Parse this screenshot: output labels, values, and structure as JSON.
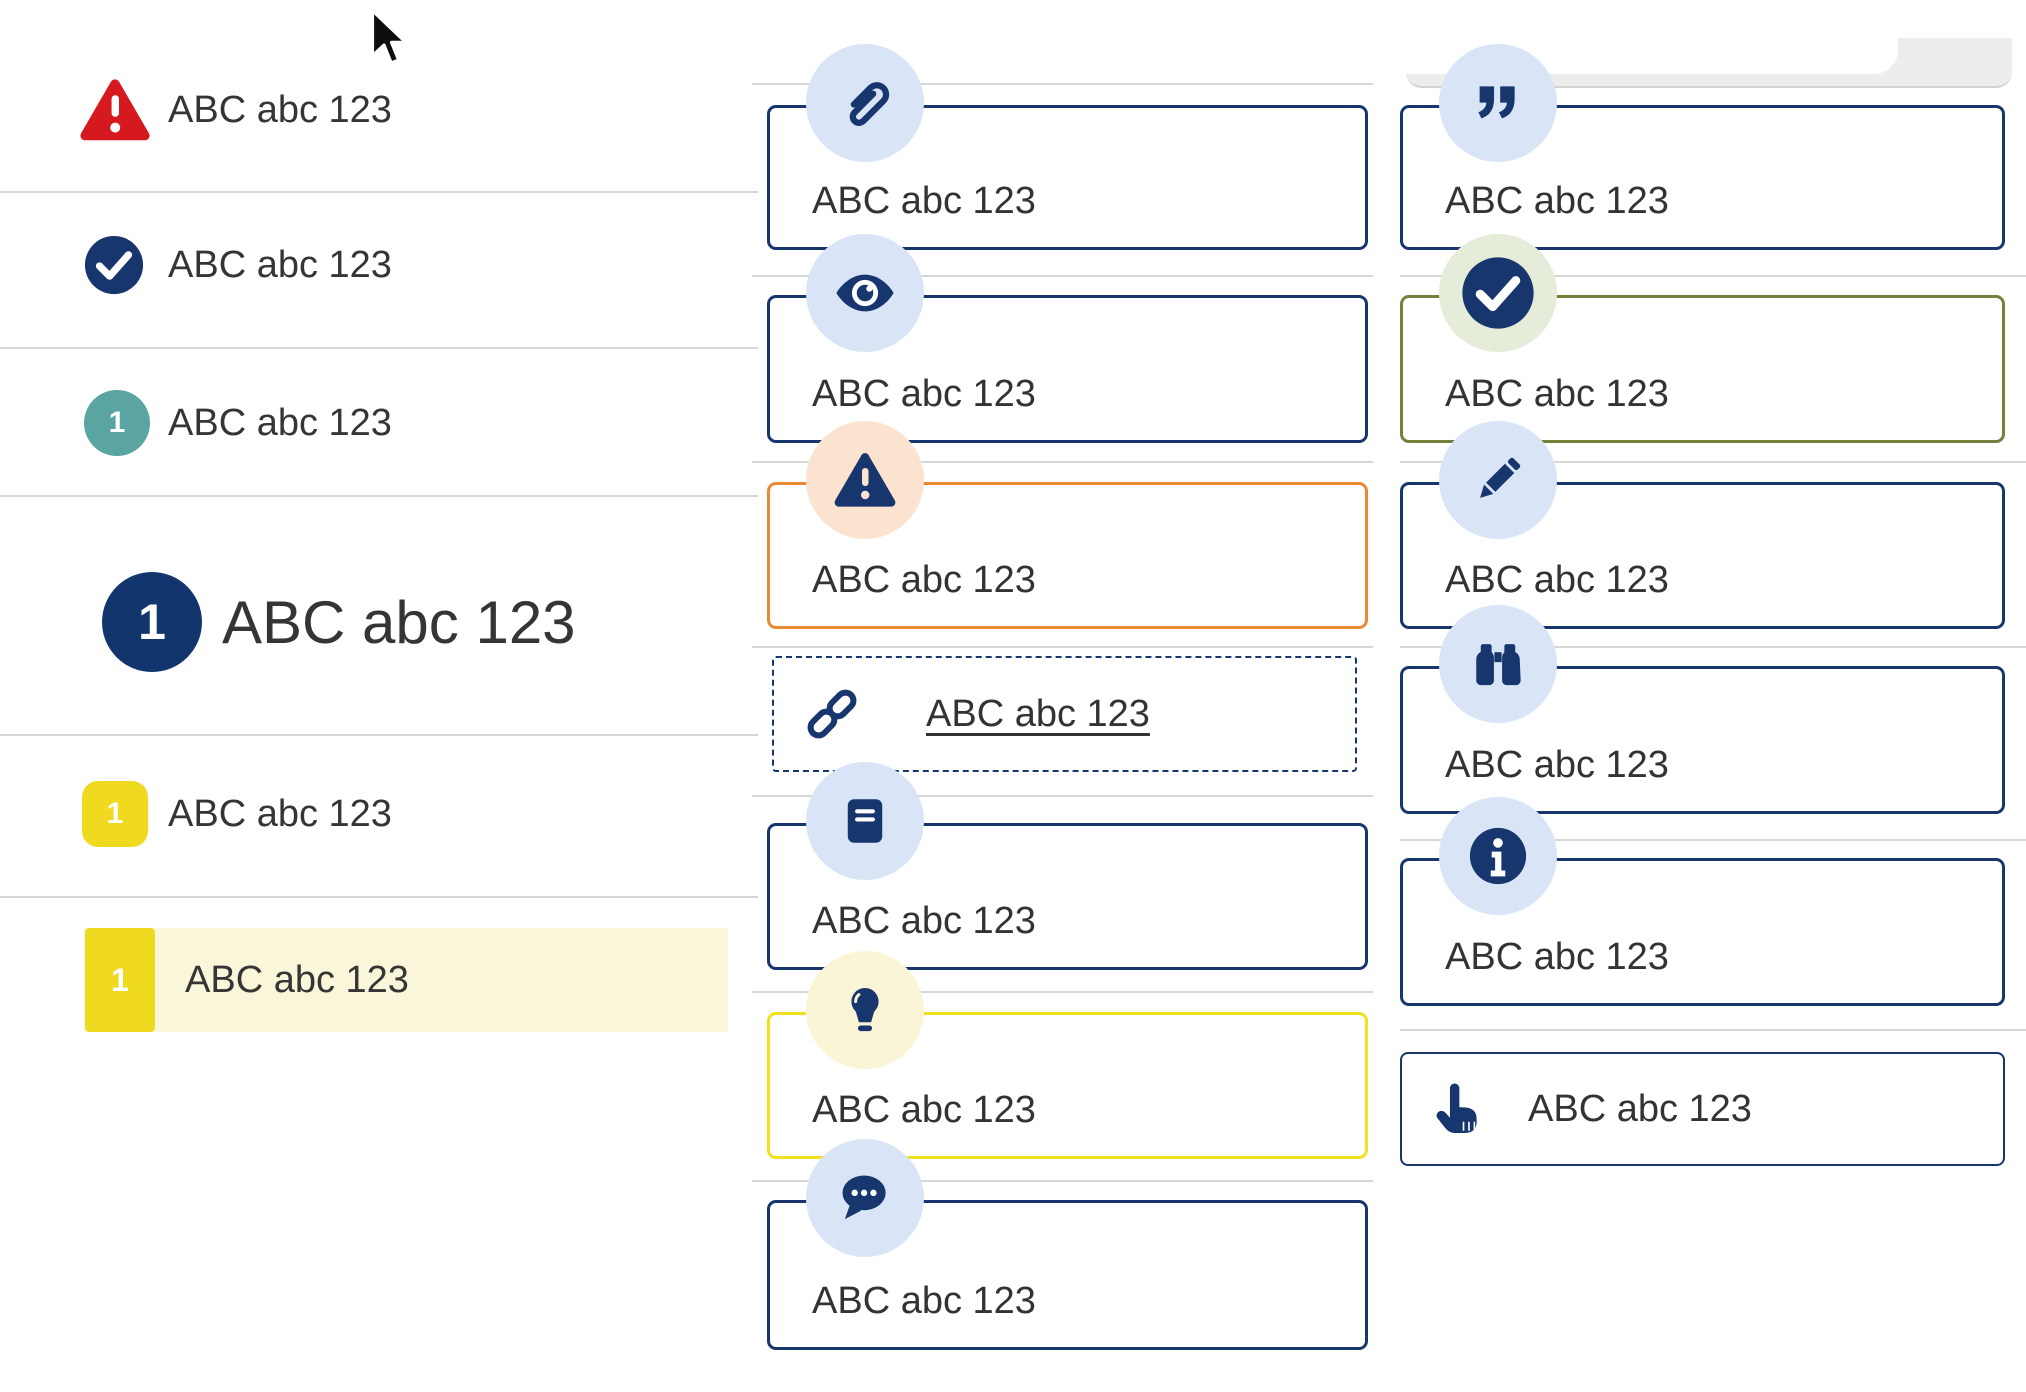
{
  "page_text": "ABC abc 123",
  "colors": {
    "navy": "#17366d",
    "icon_circle_blue": "#d9e5f7",
    "red": "#d6181f",
    "teal": "#5aa5a2",
    "yellow": "#f2df1e",
    "yellow_badge": "#f0da20",
    "pale_yellow_circle": "#fbf5d7",
    "highlight_band": "#faf6da",
    "orange": "#e88a33",
    "peach_circle": "#fbe3cf",
    "olive": "#75803c",
    "pale_green_circle": "#e6ecda",
    "divider": "#d6d6d6",
    "text": "#333333"
  },
  "cursor": {
    "icon": "mouse-pointer-icon"
  },
  "left_list": {
    "items": [
      {
        "icon": "alert-triangle-icon",
        "label": "ABC abc 123"
      },
      {
        "icon": "check-circle-icon",
        "label": "ABC abc 123"
      },
      {
        "icon": "number-badge-teal",
        "badge": "1",
        "label": "ABC abc 123"
      },
      {
        "icon": "number-badge-navy-large",
        "badge": "1",
        "label": "ABC abc 123"
      },
      {
        "icon": "number-badge-yellow",
        "badge": "1",
        "label": "ABC abc 123"
      },
      {
        "icon": "number-badge-yellow",
        "badge": "1",
        "label": "ABC abc 123",
        "highlighted": true
      }
    ]
  },
  "middle_callouts": {
    "items": [
      {
        "icon": "paperclip-icon",
        "variant": "navy",
        "label": "ABC abc 123"
      },
      {
        "icon": "eye-icon",
        "variant": "navy",
        "label": "ABC abc 123"
      },
      {
        "icon": "warning-triangle-icon",
        "variant": "orange",
        "label": "ABC abc 123"
      },
      {
        "icon": "link-icon",
        "variant": "dashed-link",
        "label": "ABC abc 123"
      },
      {
        "icon": "book-icon",
        "variant": "navy",
        "label": "ABC abc 123"
      },
      {
        "icon": "lightbulb-icon",
        "variant": "yellow",
        "label": "ABC abc 123"
      },
      {
        "icon": "chat-bubble-icon",
        "variant": "navy",
        "label": "ABC abc 123"
      }
    ]
  },
  "right_callouts": {
    "items": [
      {
        "icon": "quote-icon",
        "variant": "navy",
        "label": "ABC abc 123"
      },
      {
        "icon": "check-circle-icon",
        "variant": "olive",
        "label": "ABC abc 123"
      },
      {
        "icon": "pencil-icon",
        "variant": "navy",
        "label": "ABC abc 123"
      },
      {
        "icon": "binoculars-icon",
        "variant": "navy",
        "label": "ABC abc 123"
      },
      {
        "icon": "info-circle-icon",
        "variant": "navy",
        "label": "ABC abc 123"
      },
      {
        "icon": "hand-pointer-icon",
        "variant": "inline-hand",
        "label": "ABC abc 123"
      }
    ]
  }
}
